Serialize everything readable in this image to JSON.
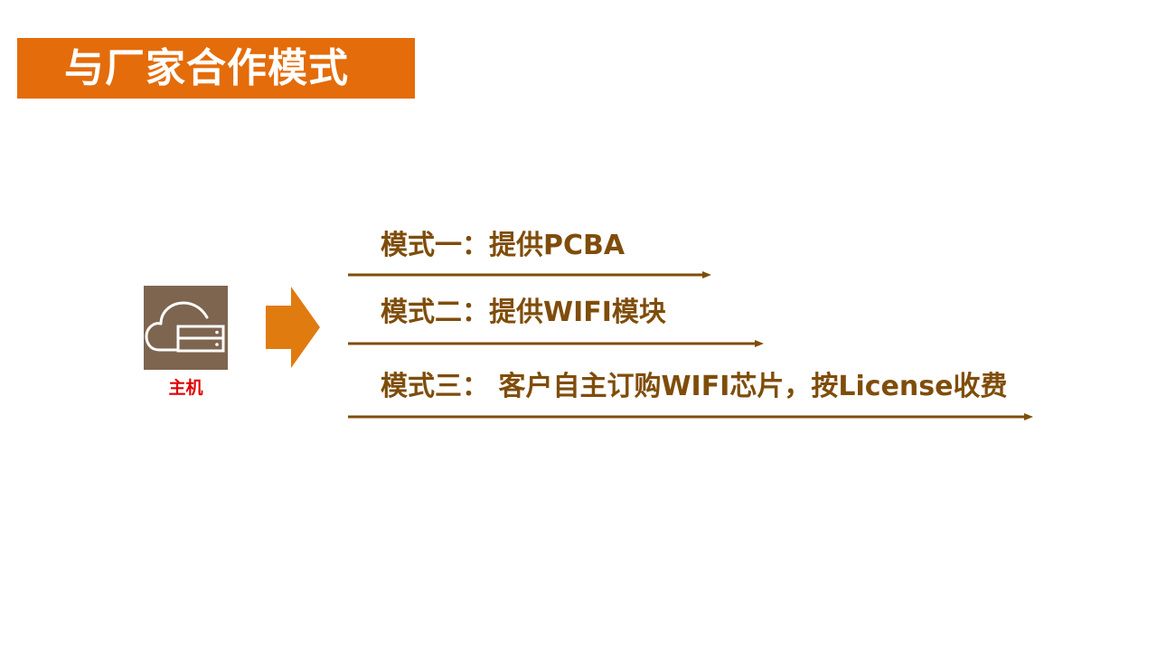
{
  "title": "与厂家合作模式",
  "host": {
    "label": "主机",
    "icon": "cloud-server-icon"
  },
  "modes": [
    {
      "label": "模式一：提供PCBA"
    },
    {
      "label": "模式二：提供WIFI模块"
    },
    {
      "label": "模式三： 客户自主订购WIFI芯片，按License收费"
    }
  ],
  "colors": {
    "title_bg": "#e46c0a",
    "title_text": "#ffffff",
    "icon_bg": "#7e6550",
    "host_label": "#e00000",
    "big_arrow": "#e07b10",
    "mode_text": "#7f4d0a",
    "mode_line": "#7f4d0a"
  }
}
